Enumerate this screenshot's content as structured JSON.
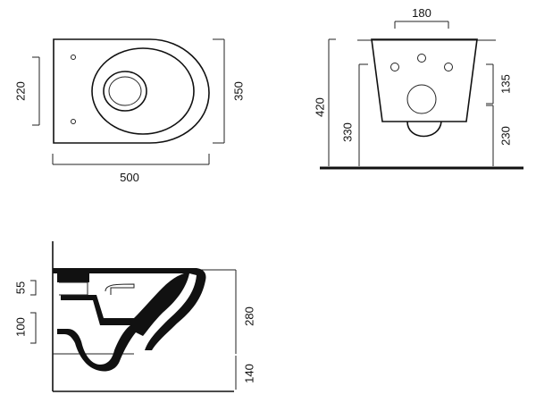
{
  "colors": {
    "line": "#111111",
    "background": "#ffffff"
  },
  "top_view": {
    "width_label": "500",
    "depth_label": "350",
    "seat_label": "220"
  },
  "front_view": {
    "top_label": "180",
    "total_height_label": "420",
    "floor_to_pan_label": "330",
    "upper_label": "135",
    "lower_label": "230"
  },
  "side_view": {
    "top_fix_label": "55",
    "lower_fix_label": "100",
    "height_label": "280",
    "floor_label": "140"
  }
}
